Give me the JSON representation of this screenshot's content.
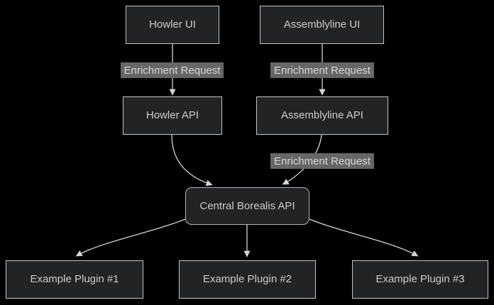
{
  "diagram": {
    "type": "flowchart",
    "direction": "top-down",
    "colors": {
      "background": "#000000",
      "node_fill": "#222325",
      "node_border": "#c6c6c6",
      "rounded_node_border": "#b4b4b4",
      "node_text": "#cccccc",
      "edge_line": "#d3d3d3",
      "edge_label_bg": "#666666",
      "edge_label_text": "#d8d8d8"
    },
    "nodes": [
      {
        "id": "howler-ui",
        "label": "Howler UI",
        "shape": "rect"
      },
      {
        "id": "assemblyline-ui",
        "label": "Assemblyline UI",
        "shape": "rect"
      },
      {
        "id": "howler-api",
        "label": "Howler API",
        "shape": "rect"
      },
      {
        "id": "assemblyline-api",
        "label": "Assemblyline API",
        "shape": "rect"
      },
      {
        "id": "central-borealis-api",
        "label": "Central Borealis API",
        "shape": "rounded-rect"
      },
      {
        "id": "example-plugin-1",
        "label": "Example Plugin #1",
        "shape": "rect"
      },
      {
        "id": "example-plugin-2",
        "label": "Example Plugin #2",
        "shape": "rect"
      },
      {
        "id": "example-plugin-3",
        "label": "Example Plugin #3",
        "shape": "rect"
      }
    ],
    "edges": [
      {
        "from": "howler-ui",
        "to": "howler-api",
        "label": "Enrichment Request"
      },
      {
        "from": "assemblyline-ui",
        "to": "assemblyline-api",
        "label": "Enrichment Request"
      },
      {
        "from": "howler-api",
        "to": "central-borealis-api",
        "label": ""
      },
      {
        "from": "assemblyline-api",
        "to": "central-borealis-api",
        "label": "Enrichment Request"
      },
      {
        "from": "central-borealis-api",
        "to": "example-plugin-1",
        "label": ""
      },
      {
        "from": "central-borealis-api",
        "to": "example-plugin-2",
        "label": ""
      },
      {
        "from": "central-borealis-api",
        "to": "example-plugin-3",
        "label": ""
      }
    ],
    "edge_labels": [
      {
        "id": "label-howler",
        "text": "Enrichment Request"
      },
      {
        "id": "label-assemblyline-ui",
        "text": "Enrichment Request"
      },
      {
        "id": "label-assemblyline-api",
        "text": "Enrichment Request"
      }
    ]
  }
}
